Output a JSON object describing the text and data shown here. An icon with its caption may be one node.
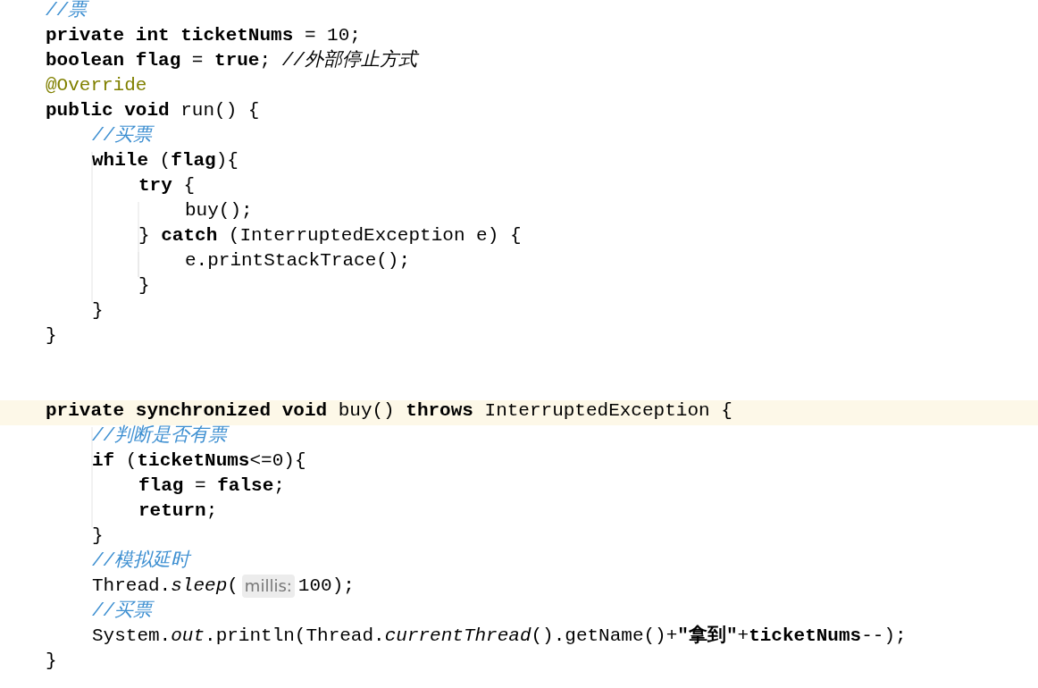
{
  "diagram": {
    "labels": [
      "//票",
      "**private** **int** **ticketNums** = 10;",
      "**boolean** **flag** = **true**; *//外部停止方式*",
      "@Override",
      "**public** **void** run() {",
      "//买票",
      "**while** (**flag**){",
      "**try** {",
      "buy();",
      "} **catch** (InterruptedException e) {",
      "e.printStackTrace();",
      "}",
      "}",
      "}",
      "**private** **synchronized** **void** buy() **throws** InterruptedException {",
      "//判断是否有票",
      "**if** (**ticketNums**<=0){",
      "**flag** = **false**;",
      "**return**;",
      "}",
      "//模拟延时",
      "Thread.*sleep*(",
      "millis:",
      "100);",
      "//买票",
      "System.*out*.println(Thread.*currentThread*().getName()+**\"拿到\"**+**ticketNums**--);",
      "}"
    ]
  }
}
